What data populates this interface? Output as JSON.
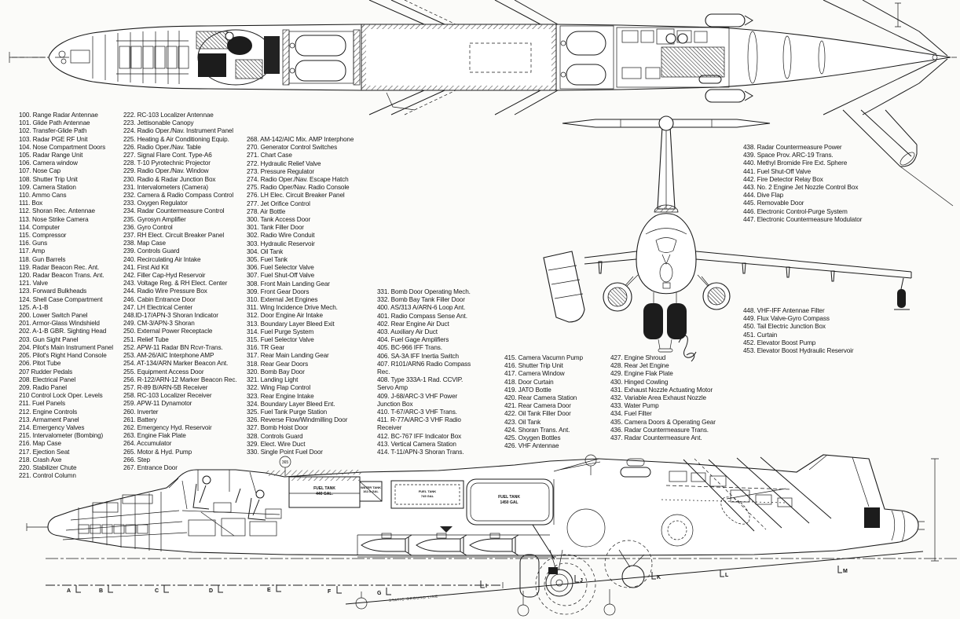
{
  "colors": {
    "ink": "#1a1a1a",
    "paper": "#fbfbf9"
  },
  "parts_list": {
    "col_100_221": [
      "100. Range Radar Antennae",
      "101. Glide Path Antennae",
      "102. Transfer-Glide Path",
      "103. Radar PGE RF Unit",
      "104. Nose Compartment Doors",
      "105. Radar Range Unit",
      "106. Camera window",
      "107. Nose Cap",
      "108. Shutter Trip Unit",
      "109. Camera Station",
      "110. Ammo Cans",
      "111. Box",
      "112. Shoran Rec. Antennae",
      "113. Nose Strike Camera",
      "114. Computer",
      "115. Compressor",
      "116. Guns",
      "117. Amp",
      "118. Gun Barrels",
      "119. Radar Beacon Rec. Ant.",
      "120. Radar Beacon Trans. Ant.",
      "121. Valve",
      "123. Forward Bulkheads",
      "124. Shell Case Compartment",
      "125. A-1-B",
      "200. Lower Switch Panel",
      "201. Armor-Glass Windshield",
      "202. A-1-B GBR. Sighting Head",
      "203. Gun Sight Panel",
      "204. Pilot's Main Instrument Panel",
      "205. Pilot's Right Hand Console",
      "206. Pitot Tube",
      "207 Rudder Pedals",
      "208. Electrical Panel",
      "209. Radio Panel",
      "210 Control Lock Oper. Levels",
      "211. Fuel Panels",
      "212. Engine Controls",
      "213. Armament Panel",
      "214. Emergency Valves",
      "215. Intervalometer (Bombing)",
      "216. Map Case",
      "217. Ejection Seat",
      "218. Crash Axe",
      "220. Stabilizer Chute",
      "221. Control Column"
    ],
    "col_222_267": [
      "222. RC-103 Localizer Antennae",
      "223. Jettisonable Canopy",
      "224. Radio Oper./Nav. Instrument Panel",
      "225. Heating & Air Conditioning Equip.",
      "226. Radio Oper./Nav. Table",
      "227. Signal Flare Cont. Type-A6",
      "228. T-10 Pyrotechnic Projector",
      "229. Radio Oper./Nav. Window",
      "230. Radio & Radar Junction Box",
      "231. Intervalometers (Camera)",
      "232. Camera & Radio Compass Control",
      "233. Oxygen Regulator",
      "234. Radar Countermeasure Control",
      "235. Gyrosyn Amplifier",
      "236. Gyro Control",
      "237. RH Elect. Circuit Breaker Panel",
      "238. Map Case",
      "239. Controls Guard",
      "240. Recirculating Air Intake",
      "241. First Aid Kit",
      "242. Filler Cap-Hyd Reservoir",
      "243. Voltage Reg. & RH Elect. Center",
      "244. Radio Wire Pressure Box",
      "246. Cabin Entrance Door",
      "247. LH Electrical Center",
      "248.ID-17/APN-3 Shoran Indicator",
      "249. CM-3/APN-3 Shoran",
      "250. External Power Receptacle",
      "251. Relief Tube",
      "252. APW-11 Radar BN Rcvr-Trans.",
      "253. AM-26/AIC Interphone AMP",
      "254. AT-134/ARN Marker Beacon Ant.",
      "255. Equipment Access Door",
      "256. R-122/ARN-12 Marker Beacon Rec.",
      "257. R-89 B/ARN-5B Receiver",
      "258. RC-103 Localizer Receiver",
      "259. APW-11 Dynamotor",
      "260. Inverter",
      "261. Battery",
      "262. Emergency Hyd. Reservoir",
      "263. Engine Flak Plate",
      "264. Accumulator",
      "265. Motor & Hyd. Pump",
      "266. Step",
      "267. Entrance Door"
    ],
    "col_268_330": [
      "268. AM-142/AIC Mix. AMP Interphone",
      "270. Generator Control Switches",
      "271. Chart Case",
      "272. Hydraulic Relief Valve",
      "273. Pressure Regulator",
      "274. Radio Oper./Nav. Escape Hatch",
      "275. Radio Oper/Nav. Radio Console",
      "276. LH Elec. Circuit Breaker Panel",
      "277. Jet Orifice Control",
      "278. Air Bottle",
      "300. Tank Access Door",
      "301. Tank Filler Door",
      "302. Radio Wire Conduit",
      "303. Hydraulic Reservoir",
      "304. Oil Tank",
      "305. Fuel Tank",
      "306. Fuel Selector Valve",
      "307. Fuel Shut-Off Valve",
      "308. Front Main Landing Gear",
      "309. Front Gear Doors",
      "310. External Jet Engines",
      "311. Wing Incidence Drive Mech.",
      "312. Door Engine Air Intake",
      "313. Boundary Layer Bleed Exit",
      "314. Fuel Purge System",
      "315. Fuel Selector Valve",
      "316. TR Gear",
      "317. Rear Main Landing Gear",
      "318. Rear Gear Doors",
      "320. Bomb Bay Door",
      "321. Landing Light",
      "322. Wing Flap Control",
      "323. Rear Engine Intake",
      "324. Boundary Layer Bleed Ent.",
      "325. Fuel Tank Purge Station",
      "326. Reverse Flow/Windmilling Door",
      "327. Bomb Hoist Door",
      "328. Controls Guard",
      "329. Elect. Wire Duct",
      "330. Single Point Fuel Door"
    ],
    "col_331_414": [
      "331. Bomb Door Operating Mech.",
      "332. Bomb Bay Tank Filler Door",
      "400. AS/313 A/ARN-6 Loop Ant.",
      "401. Radio Compass Sense Ant.",
      "402. Rear Engine Air Duct",
      "403. Auxiliary Air Duct",
      "404. Fuel Gage Amplifiers",
      "405. BC-966 IFF Trans.",
      "406. SA-3A IFF Inertia Switch",
      "407. R101/ARN6 Radio Compass Rec.",
      "408. Type 333A-1 Rad. CCVIP. Servo Amp",
      "409. J-68/ARC-3 VHF Power Junction Box",
      "410. T-67/ARC-3 VHF Trans.",
      "411. R-77A/ARC-3 VHF Radio Receiver",
      "412. BC-767 IFF Indicator Box",
      "413. Vertical Camera Station",
      "414. T-11/APN-3 Shoran Trans."
    ],
    "col_415_426": [
      "415. Camera Vacumn Pump",
      "416. Shutter Trip Unit",
      "417. Camera Window",
      "418. Door Curtain",
      "419. JATO Bottle",
      "420. Rear Camera Station",
      "421. Rear Camera Door",
      "422. Oil Tank Filler Door",
      "423. Oil Tank",
      "424. Shoran Trans. Ant.",
      "425. Oxygen Bottles",
      "426. VHF Antennae"
    ],
    "col_427_437": [
      "427. Engine Shroud",
      "428. Rear Jet Engine",
      "429. Engine Flak Plate",
      "430. Hinged Cowling",
      "431. Exhaust Nozzle Actuating Motor",
      "432. Variable Area Exhaust Nozzle",
      "433. Water Pump",
      "434. Fuel Filter",
      "435. Camera Doors & Operating Gear",
      "436. Radar Countermeasure Trans.",
      "437. Radar Countermeasure Ant."
    ],
    "col_438_447": [
      "438. Radar Countermeasure Power",
      "439. Space Prov. ARC-19 Trans.",
      "440. Methyl Bromide Fire Ext. Sphere",
      "441. Fuel Shut-Off Valve",
      "442. Fire Detector Relay Box",
      "443. No. 2 Engine Jet Nozzle Control Box",
      "444. Dive Flap",
      "445. Removable Door",
      "446. Electronic Control-Purge System",
      "447. Electronic Countermeasure Modulator"
    ],
    "col_448_453": [
      "448. VHF-IFF Antennae Filter",
      "449. Flux Valve-Gyro Compass",
      "450. Tail Electric Junction Box",
      "451. Curtain",
      "452. Elevator Boost Pump",
      "453. Elevator Boost Hydraulic Reservoir"
    ]
  },
  "side_view": {
    "stations": [
      "A",
      "B",
      "C",
      "D",
      "E",
      "F",
      "G",
      "I",
      "J",
      "K",
      "L",
      "M"
    ],
    "labels": {
      "tank_440_l1": "FUEL TANK",
      "tank_440_l2": "440 GAL.",
      "tank_water_l1": "WATER TANK",
      "tank_water_l2": "162.5 GAL",
      "tank_745_l1": "FUEL TANK",
      "tank_745_l2": "745 GAL",
      "tank_1450_l1": "FUEL TANK",
      "tank_1450_l2": "1450 GAL",
      "static_ground_line": "STATIC GROUND LINE",
      "callout_365": "365"
    }
  }
}
